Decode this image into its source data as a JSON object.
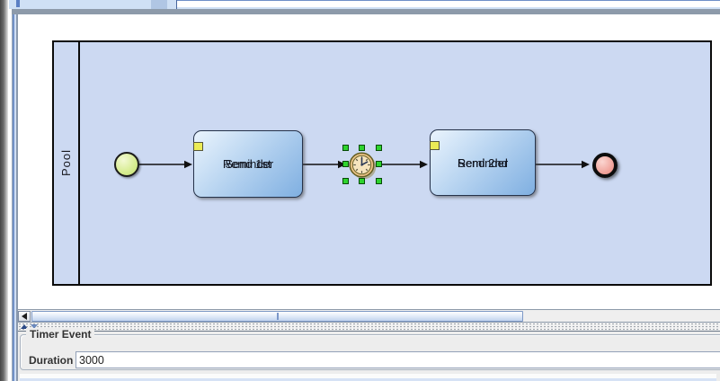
{
  "diagram": {
    "pool": {
      "label": "Pool"
    },
    "start_event": {
      "name": "start-event"
    },
    "tasks": [
      {
        "label_line1": "Send 1st",
        "label_line2": "Reminder"
      },
      {
        "label_line1": "Send 2nd",
        "label_line2": "Reminder"
      }
    ],
    "timer_event": {
      "name": "timer-intermediate-event",
      "selected": true
    },
    "end_event": {
      "name": "end-event"
    }
  },
  "properties": {
    "group_title": "Timer Event",
    "duration_label": "Duration",
    "duration_value": "3000"
  },
  "colors": {
    "pool_fill": "#ccd9f2",
    "task_fill_top": "#eaf4fd",
    "task_fill_bottom": "#7fafe1",
    "start_fill": "#d6ec90",
    "end_fill": "#f0a29a",
    "selection_handle": "#2ed32e",
    "scrollbar_thumb": "#c2d4ee",
    "badge_yellow": "#ebeb55"
  }
}
